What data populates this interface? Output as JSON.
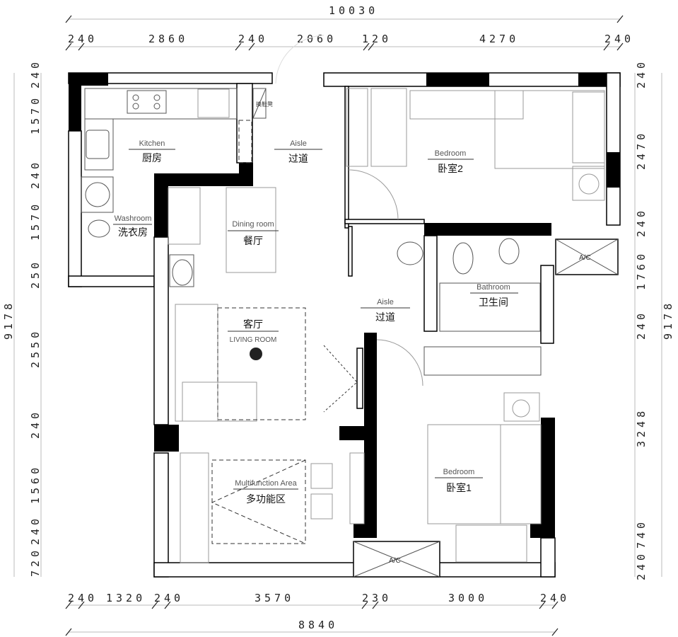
{
  "dimensions": {
    "top_total": "10030",
    "top": [
      "240",
      "2860",
      "240",
      "2060",
      "120",
      "4270",
      "240"
    ],
    "bottom": [
      "240",
      "1320",
      "240",
      "3570",
      "230",
      "3000",
      "240"
    ],
    "bottom_total": "8840",
    "left": [
      "240",
      "1570",
      "240",
      "1570",
      "250",
      "2550",
      "240",
      "1560",
      "240",
      "720"
    ],
    "left_total": "9178",
    "right": [
      "240",
      "2470",
      "240",
      "1760",
      "240",
      "3248",
      "740",
      "240"
    ],
    "right_total": "9178"
  },
  "rooms": {
    "kitchen": {
      "en": "Kitchen",
      "cn": "厨房"
    },
    "washroom": {
      "en": "Washroom",
      "cn": "洗衣房"
    },
    "aisle_top": {
      "en": "Aisle",
      "cn": "过道"
    },
    "bedroom2": {
      "en": "Bedroom",
      "cn": "卧室2"
    },
    "dining": {
      "en": "Dining room",
      "cn": "餐厅"
    },
    "living": {
      "cn": "客厅",
      "en": "LIVING ROOM"
    },
    "bathroom": {
      "en": "Bathroom",
      "cn": "卫生间"
    },
    "aisle_mid": {
      "en": "Aisle",
      "cn": "过道"
    },
    "bedroom1": {
      "en": "Bedroom",
      "cn": "卧室1"
    },
    "multifunction": {
      "en": "Multifunction Area",
      "cn": "多功能区"
    }
  },
  "fixtures": {
    "shoe_bench": "换鞋凳",
    "ac_1": "A/C",
    "ac_2": "A/C"
  }
}
